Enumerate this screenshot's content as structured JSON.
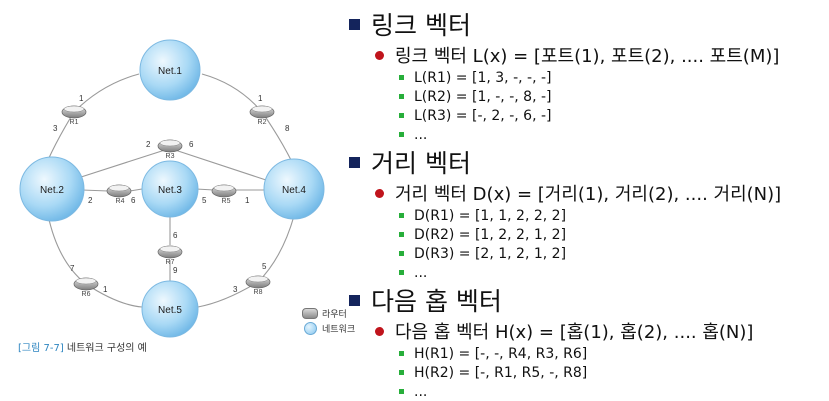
{
  "diagram": {
    "networks": [
      "Net.1",
      "Net.2",
      "Net.3",
      "Net.4",
      "Net.5"
    ],
    "routers": [
      "R1",
      "R2",
      "R3",
      "R4",
      "R5",
      "R6",
      "R7",
      "R8"
    ],
    "ports": {
      "r1_top": "1",
      "r1_left": "3",
      "r2_top": "1",
      "r2_right": "8",
      "r3_left": "2",
      "r3_right": "6",
      "r4_left": "2",
      "r4_right": "6",
      "r5_left": "5",
      "r5_right": "1",
      "r7_top": "6",
      "r7_bottom": "9",
      "r6_left": "7",
      "r6_right": "1",
      "r8_right": "5",
      "r8_left": "3"
    },
    "caption_fig": "[그림 7-7]",
    "caption_text": "네트워크 구성의 예",
    "legend_router": "라우터",
    "legend_network": "네트워크"
  },
  "sections": [
    {
      "title": "링크 벡터",
      "def": "링크 벡터 L(x) = [포트(1), 포트(2), .... 포트(M)]",
      "items": [
        "L(R1) = [1, 3, -, -, -]",
        "L(R2) = [1, -, -, 8, -]",
        "L(R3) = [-, 2, -, 6, -]",
        "..."
      ]
    },
    {
      "title": "거리 벡터",
      "def": "거리 벡터 D(x) = [거리(1), 거리(2), .... 거리(N)]",
      "items": [
        "D(R1) = [1, 1, 2, 2, 2]",
        "D(R2) = [1, 2, 2, 1, 2]",
        "D(R3) = [2, 1, 2, 1, 2]",
        "..."
      ]
    },
    {
      "title": "다음 홉 벡터",
      "def": "다음 홉 벡터 H(x) = [홉(1), 홉(2), .... 홉(N)]",
      "items": [
        "H(R1) = [-, -, R4, R3, R6]",
        "H(R2) = [-, R1, R5, -, R8]",
        "..."
      ]
    }
  ],
  "colors": {
    "section_bullet": "#14245c",
    "def_bullet": "#c0141c",
    "item_bullet": "#27ae3a",
    "network_fill": "#86c6ef",
    "caption_accent": "#2e86c1"
  }
}
